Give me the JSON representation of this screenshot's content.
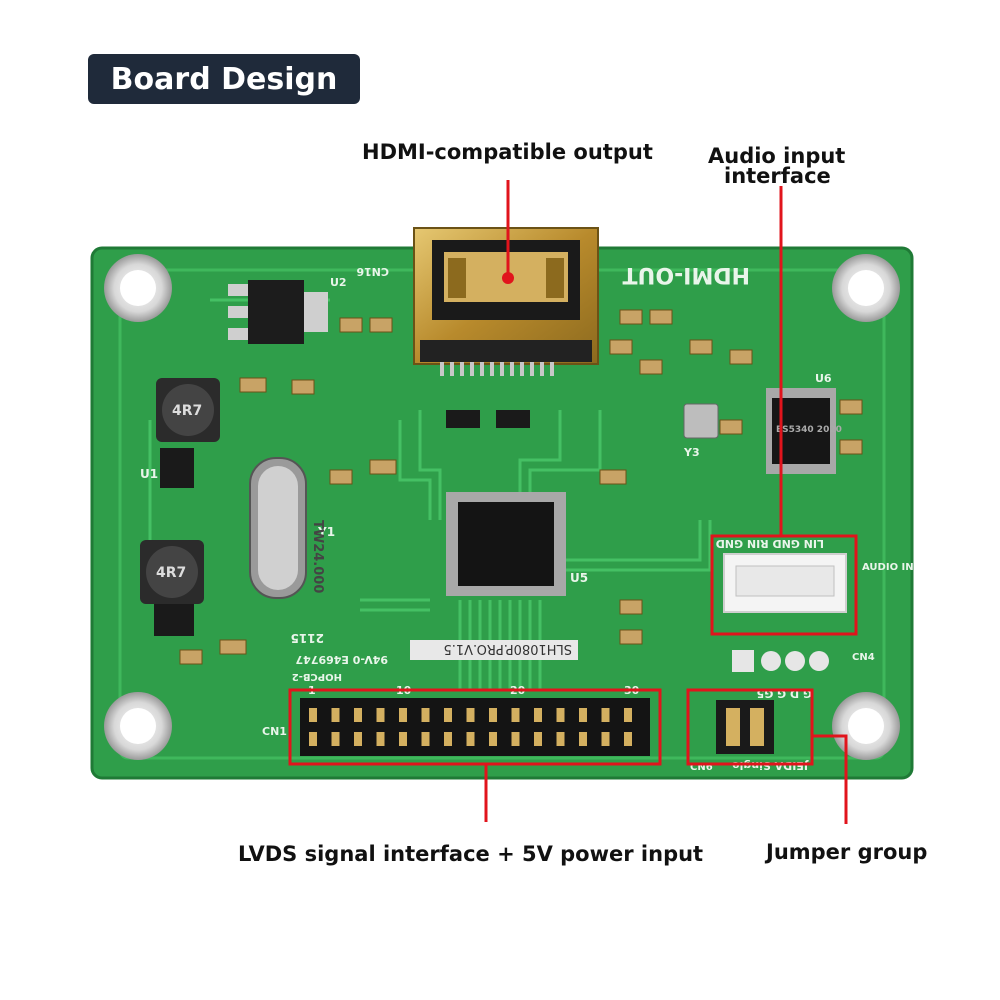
{
  "header": {
    "title": "Board Design"
  },
  "callouts": {
    "hdmi": "HDMI-compatible output",
    "audio_line1": "Audio input",
    "audio_line2": "interface",
    "lvds": "LVDS signal interface + 5V power input",
    "jumper": "Jumper group"
  },
  "silkscreen": {
    "hdmi_out": "HDMI-OUT",
    "cn16": "CN16",
    "u2": "U2",
    "u6": "U6",
    "u5": "U5",
    "u1": "U1",
    "y1": "Y1",
    "y3": "Y3",
    "cn1": "CN1",
    "cn4": "CN4",
    "cn6": "CN6",
    "version": "SLH1080P.PRO.V1.5",
    "inductor1": "4R7",
    "inductor2": "4R7",
    "crystal": "TW24.000",
    "audio_pins": "LIN GND RIN GND",
    "audio_in": "AUDIO IN",
    "jumper_pins": "G D G G5",
    "jumper_text": "JEIDA Single",
    "cert": "94V-0 E469747",
    "hopcb": "HOPCB-2",
    "date": "2115",
    "header_pin1": "1",
    "header_pin10": "10",
    "header_pin20": "20",
    "header_pin30": "30",
    "ic_audio": "ES5340 2020"
  },
  "colors": {
    "pcb": "#2f9e4a",
    "pcb_dark": "#1f7a36",
    "pcb_trace": "#3db85a",
    "callout_red": "#e1141c",
    "gold": "#c9a54a",
    "title_bg": "#1f2a3a"
  }
}
